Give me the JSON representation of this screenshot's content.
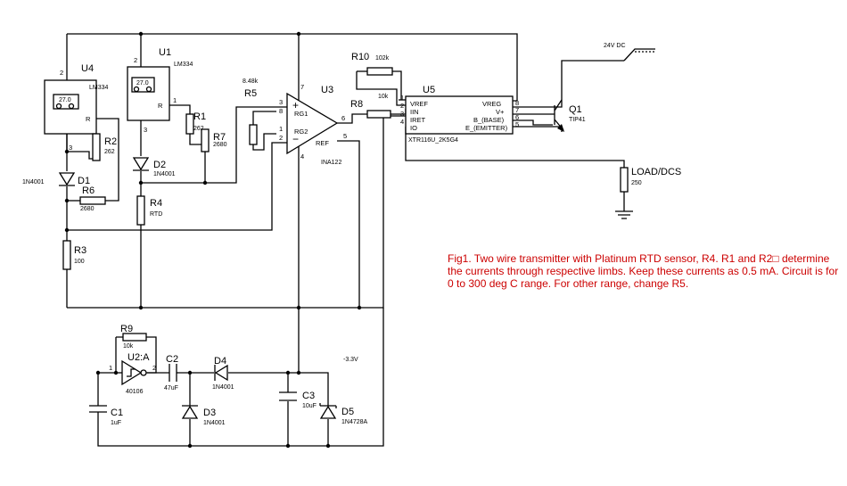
{
  "colors": {
    "wire": "#000000",
    "caption": "#cc0000",
    "background": "#ffffff"
  },
  "components": {
    "u4": {
      "ref": "U4",
      "value": "LM334",
      "display": "27.0",
      "r_pin": "R"
    },
    "u1": {
      "ref": "U1",
      "value": "LM334",
      "display": "27.0",
      "r_pin": "R"
    },
    "r1": {
      "ref": "R1",
      "value": "262"
    },
    "r2": {
      "ref": "R2",
      "value": "262"
    },
    "r3": {
      "ref": "R3",
      "value": "100"
    },
    "r4": {
      "ref": "R4",
      "value": "RTD"
    },
    "r5": {
      "ref": "R5",
      "value": "8.48k"
    },
    "r6": {
      "ref": "R6",
      "value": "2680"
    },
    "r7": {
      "ref": "R7",
      "value": "2680"
    },
    "r8": {
      "ref": "R8",
      "value": "10k"
    },
    "r9": {
      "ref": "R9",
      "value": "10k"
    },
    "r10": {
      "ref": "R10",
      "value": "102k"
    },
    "d1": {
      "ref": "D1",
      "value": "1N4001"
    },
    "d2": {
      "ref": "D2",
      "value": "1N4001"
    },
    "d3": {
      "ref": "D3",
      "value": "1N4001"
    },
    "d4": {
      "ref": "D4",
      "value": "1N4001"
    },
    "d5": {
      "ref": "D5",
      "value": "1N4728A"
    },
    "c1": {
      "ref": "C1",
      "value": "1uF"
    },
    "c2": {
      "ref": "C2",
      "value": "47uF"
    },
    "c3": {
      "ref": "C3",
      "value": "10uF"
    },
    "u3": {
      "ref": "U3",
      "value": "INA122",
      "pin_rg1": "RG1",
      "pin_rg2": "RG2",
      "pin_ref": "REF",
      "plus": "+",
      "minus": "−"
    },
    "u5": {
      "ref": "U5",
      "value": "XTR116U_2K5G4",
      "pin_vref": "VREF",
      "pin_iin": "IIN",
      "pin_iret": "IRET",
      "pin_io": "IO",
      "pin_vreg": "VREG",
      "pin_vplus": "V+",
      "pin_base": "B_(BASE)",
      "pin_emitter": "E_(EMITTER)"
    },
    "u2": {
      "ref": "U2:A",
      "value": "40106"
    },
    "q1": {
      "ref": "Q1",
      "value": "TIP41"
    },
    "load": {
      "ref": "LOAD/DCS",
      "value": "250"
    },
    "supply": {
      "value": "24V DC"
    },
    "neg_rail": {
      "value": "-3.3V"
    }
  },
  "pins": {
    "u4_2": "2",
    "u4_3": "3",
    "u1_2": "2",
    "u1_1": "1",
    "u1_3": "3",
    "u3_3": "3",
    "u3_8": "8",
    "u3_1": "1",
    "u3_2": "2",
    "u3_7": "7",
    "u3_6": "6",
    "u3_4": "4",
    "u3_5": "5",
    "u5_1": "1",
    "u5_2": "2",
    "u5_3": "3",
    "u5_4": "4",
    "u5_5": "5",
    "u5_6": "6",
    "u5_7": "7",
    "u5_8": "8",
    "u2_1": "1",
    "u2_2": "2"
  },
  "caption": "Fig1. Two wire transmitter with Platinum RTD sensor, R4. R1 and R2□ determine the currents through respective limbs. Keep these currents as 0.5 mA.  Circuit is for 0 to 300 deg C range. For other range, change R5."
}
